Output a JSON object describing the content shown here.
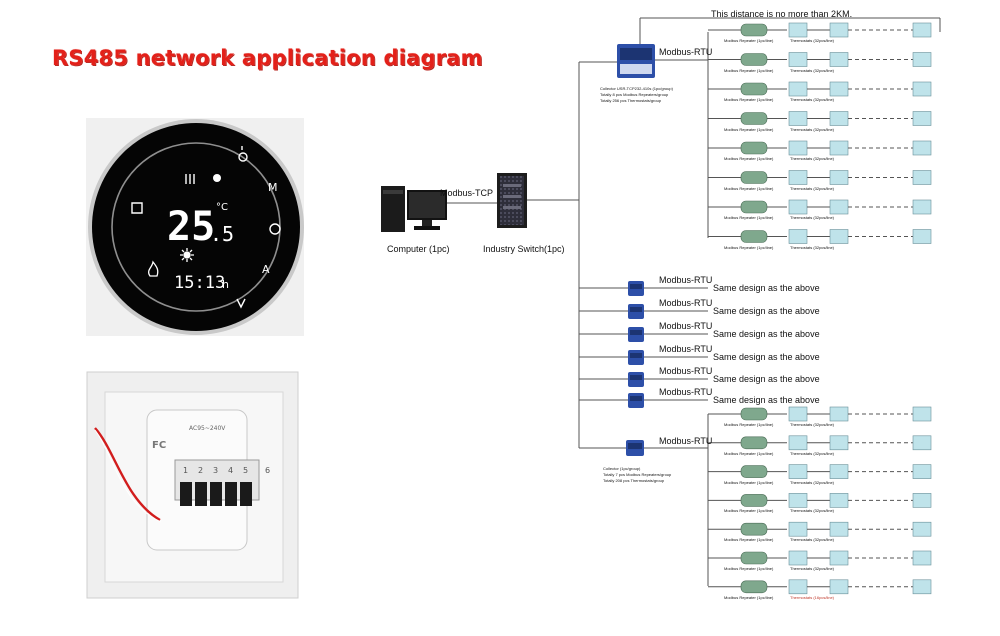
{
  "title": "RS485 network application diagram",
  "thermostat_display": {
    "temperature_main": "25",
    "temperature_decimal": ".5",
    "unit": "°C",
    "time": "15:13",
    "time_suffix": "h",
    "button_M": "M",
    "button_A": "A"
  },
  "back_plate": {
    "voltage_label": "AC95~240V",
    "terminals": [
      "1",
      "2",
      "3",
      "4",
      "5"
    ],
    "terminal_extra": "6",
    "fc_mark": "FC"
  },
  "network": {
    "distance_note": "This distance is no more than 2KM.",
    "computer_label": "Computer (1pc)",
    "switch_label": "Industry Switch(1pc)",
    "link_computer_switch": "Modbus-TCP",
    "top_collector": {
      "protocol": "Modbus-RTU",
      "desc": [
        "Collector USR-TCP232-410s (1pc/group)",
        "Totally 8 pcs Modbus Repeaters/group",
        "Totally 256 pcs Thermostats/group"
      ]
    },
    "top_rows_count": 8,
    "repeater_label": "Modbus Repeater (1pc/line)",
    "thermostats_label": "Thermostats (32pcs/line)",
    "middle_groups": [
      {
        "protocol": "Modbus-RTU",
        "note": "Same design as the above"
      },
      {
        "protocol": "Modbus-RTU",
        "note": "Same design as the above"
      },
      {
        "protocol": "Modbus-RTU",
        "note": "Same design as the above"
      },
      {
        "protocol": "Modbus-RTU",
        "note": "Same design as the above"
      },
      {
        "protocol": "Modbus-RTU",
        "note": "Same design as the above"
      },
      {
        "protocol": "Modbus-RTU",
        "note": "Same design as the above"
      }
    ],
    "bottom_collector": {
      "protocol": "Modbus-RTU",
      "desc": [
        "Collector (1pc/group)",
        "Totally 7 pcs Modbus Repeaters/group",
        "Totally 208 pcs Thermostats/group"
      ]
    },
    "bottom_rows_count": 7,
    "bottom_last_thermostats_label": "Thermostats (16pcs/line)",
    "colors": {
      "accent_red": "#e32019",
      "line": "#555555",
      "repeater": "#7fa88d",
      "thermostat": "#bfe3ea"
    }
  }
}
